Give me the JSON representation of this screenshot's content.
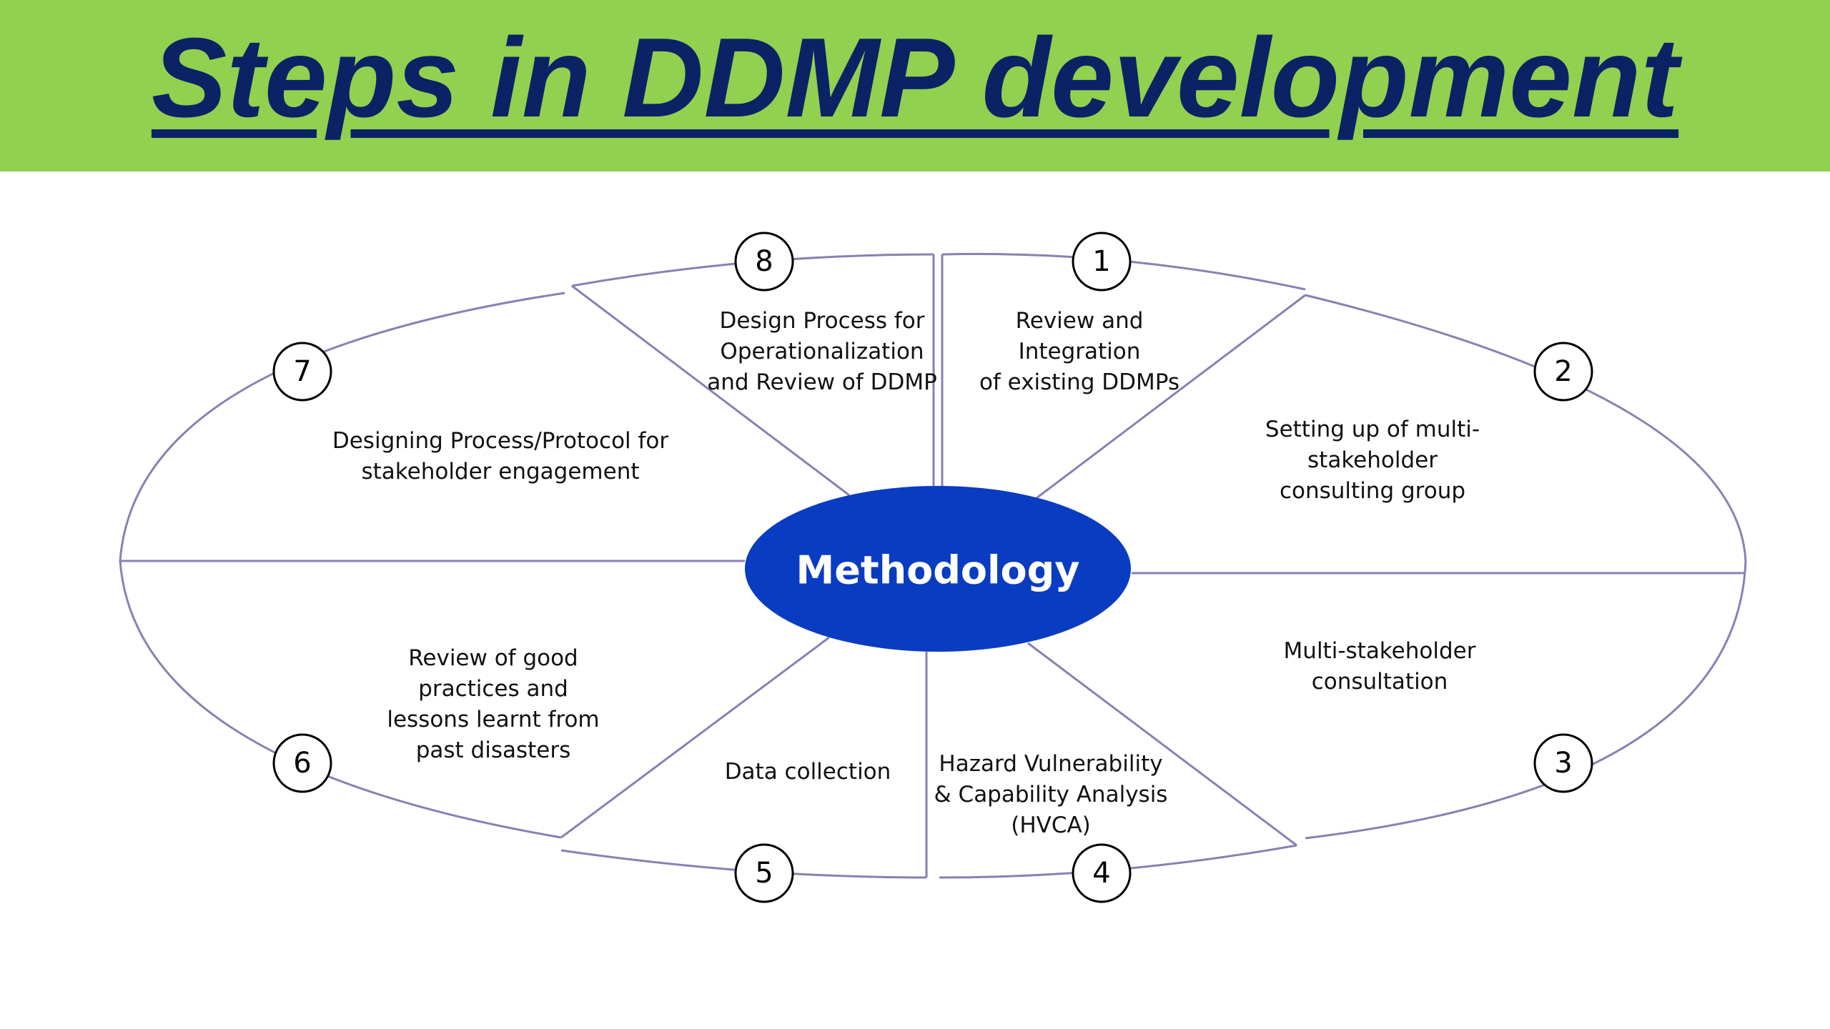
{
  "title": "Steps in DDMP development",
  "center": "Methodology",
  "colors": {
    "banner": "#92D050",
    "title": "#0B2265",
    "center_fill": "#0A3CC2",
    "lines": "#8B7FB3"
  },
  "steps": [
    {
      "number": "1",
      "label": "Review and\nIntegration\nof existing DDMPs"
    },
    {
      "number": "2",
      "label": "Setting up of multi-\nstakeholder\nconsulting group"
    },
    {
      "number": "3",
      "label": "Multi-stakeholder\nconsultation"
    },
    {
      "number": "4",
      "label": "Hazard Vulnerability\n& Capability Analysis\n(HVCA)"
    },
    {
      "number": "5",
      "label": "Data collection"
    },
    {
      "number": "6",
      "label": "Review of good\npractices and\nlessons learnt from\npast disasters"
    },
    {
      "number": "7",
      "label": "Designing Process/Protocol for\nstakeholder engagement"
    },
    {
      "number": "8",
      "label": "Design Process for\nOperationalization\nand Review of DDMP"
    }
  ]
}
